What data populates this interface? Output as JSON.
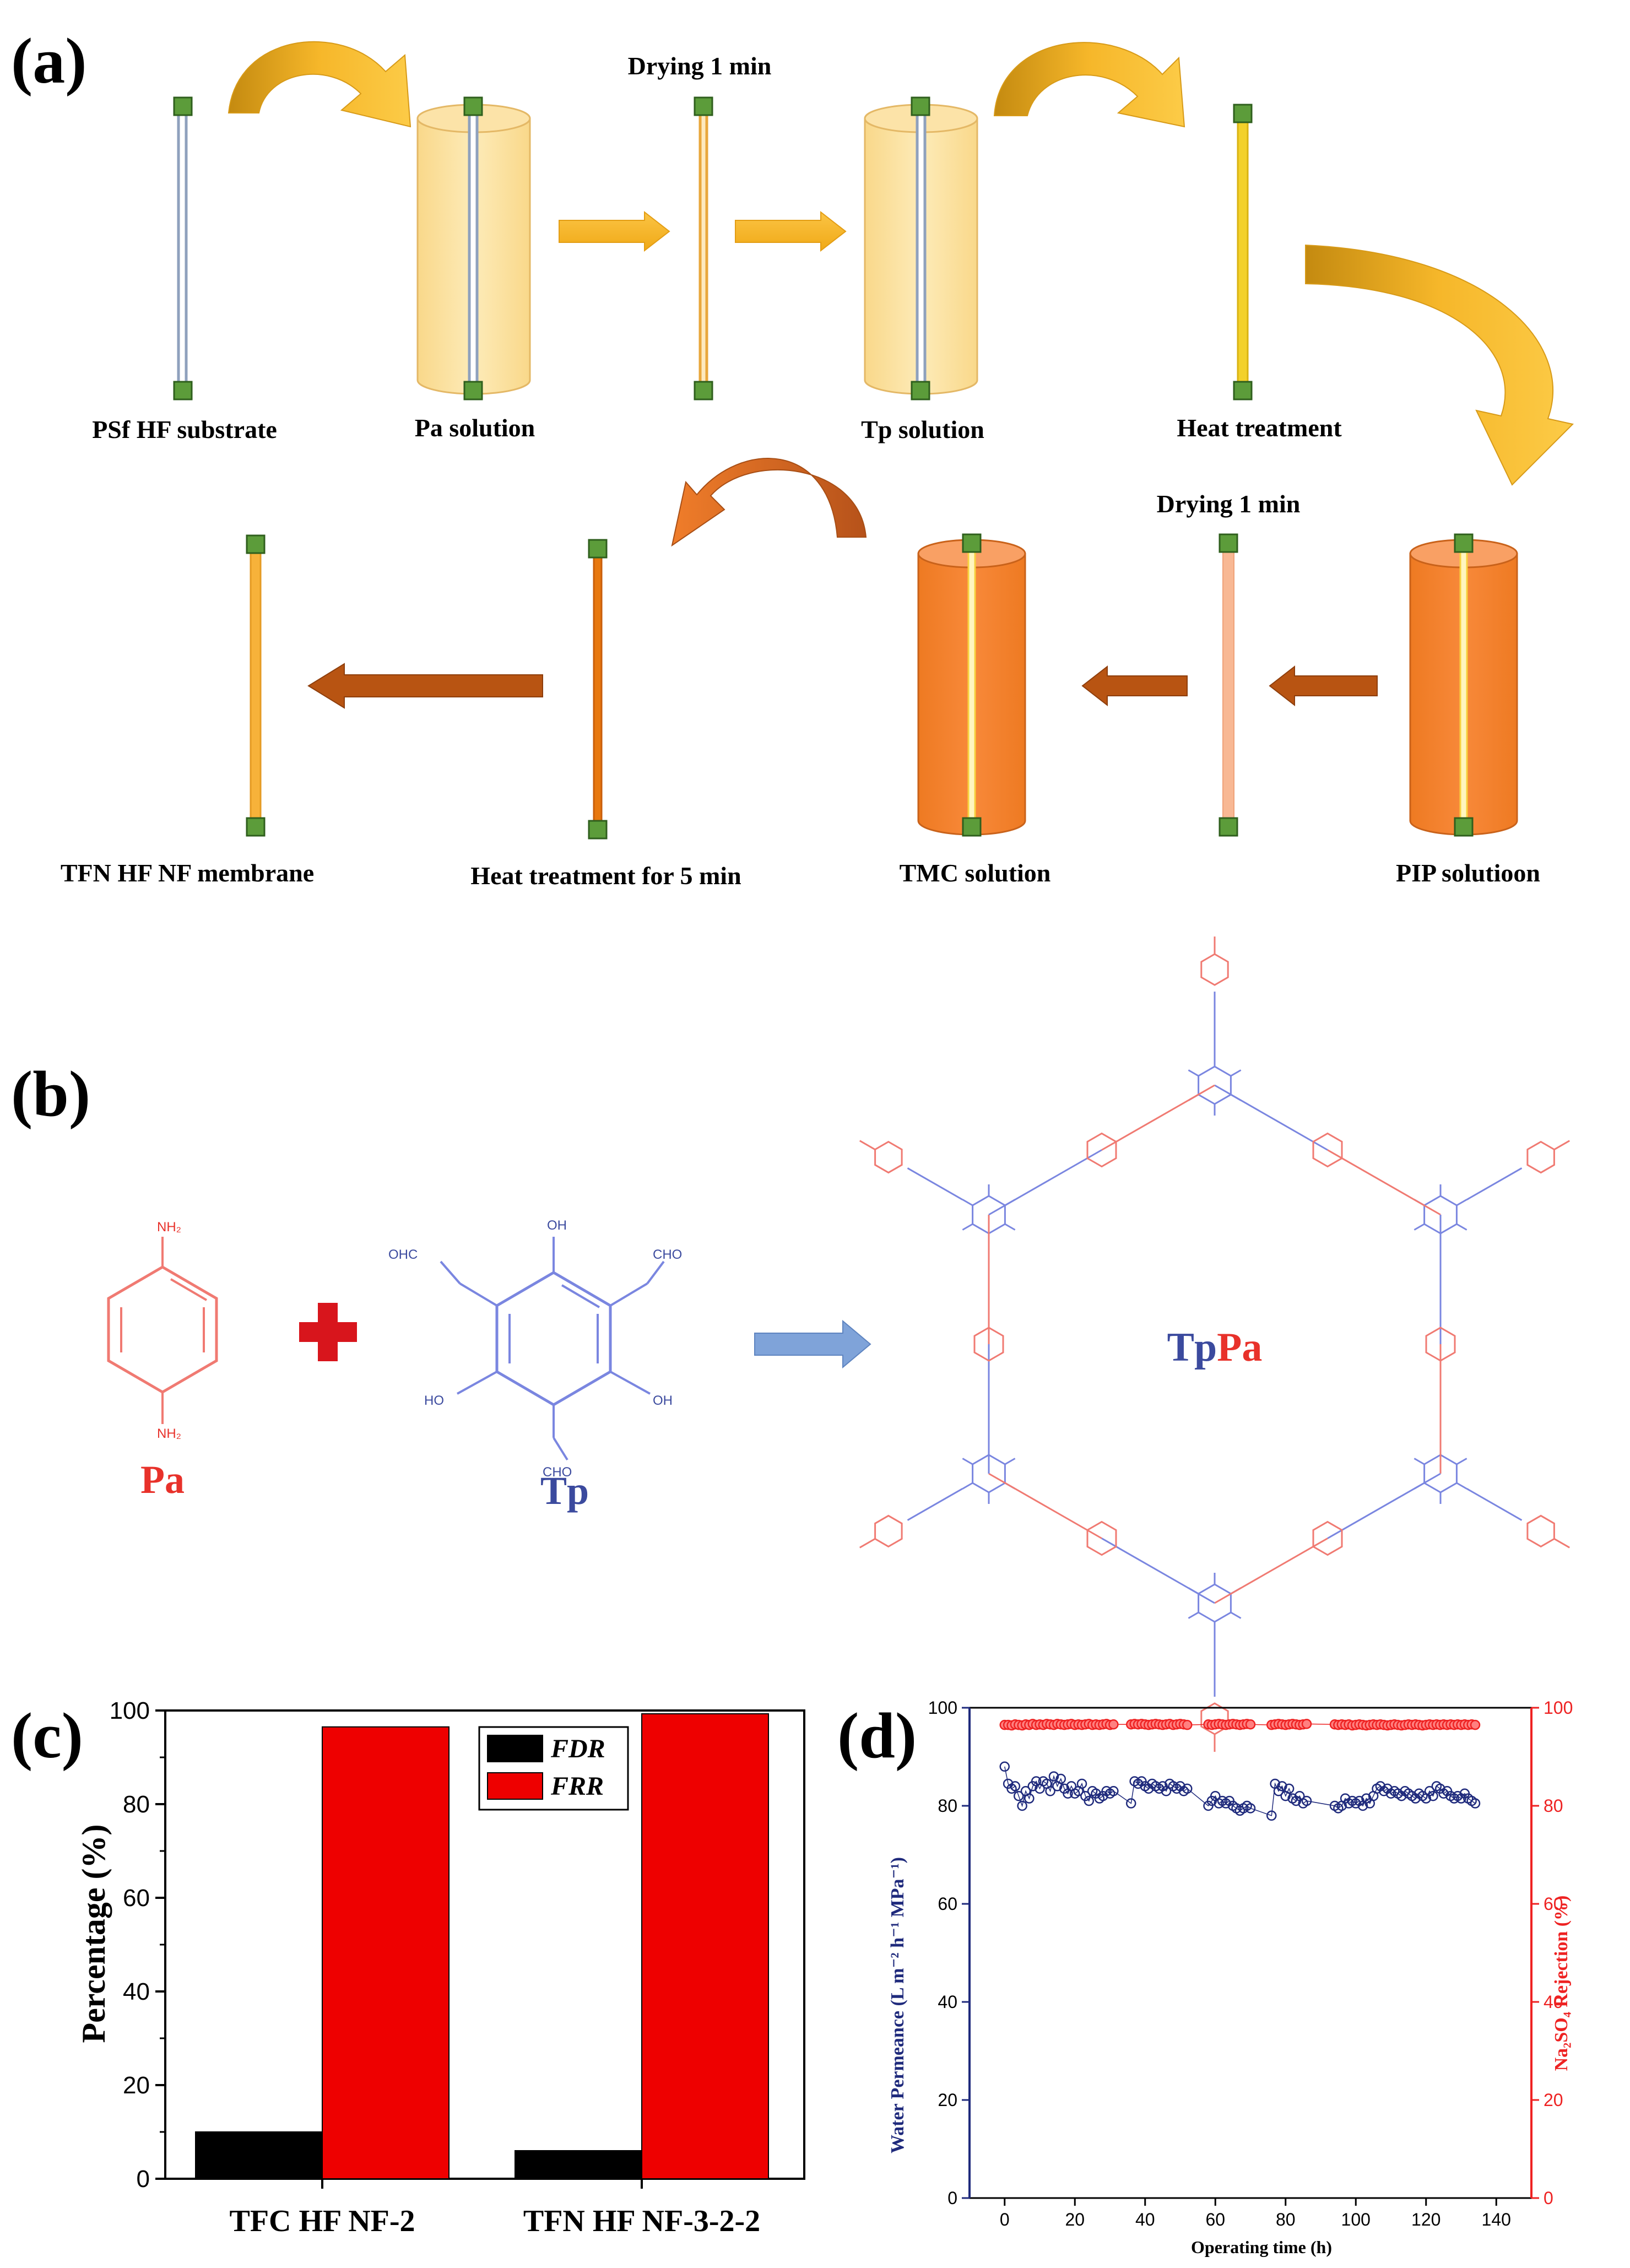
{
  "panel_a": {
    "label": "(a)",
    "steps_top": [
      "PSf HF substrate",
      "Pa solution",
      "Tp solution",
      "Heat treatment"
    ],
    "drying_top": "Drying 1 min",
    "steps_bottom": [
      "TFN HF NF membrane",
      "Heat treatment for 5 min",
      "TMC solution",
      "PIP solutioon"
    ],
    "drying_bottom": "Drying 1 min",
    "colors": {
      "arrow_gold": "#F5B41E",
      "light_tank": "#FDE6A3",
      "orange_tank": "#F5822A",
      "brown_arrow": "#B85412",
      "node": "#5C9C3A",
      "fiber_gray": "#A9B7CC",
      "fiber_yellow": "#F3D12A"
    }
  },
  "panel_b": {
    "label": "(b)",
    "pa_name": "Pa",
    "tp_name": "Tp",
    "pa_group": "NH₂",
    "tp_oh": "OH",
    "tp_ho": "HO",
    "tp_cho": "CHO",
    "tp_ohc": "OHC",
    "product_tp": "Tp",
    "product_pa": "Pa",
    "colors": {
      "pa": "#E8312A",
      "tp": "#3B4A9E",
      "pa_struct": "#F07A72",
      "tp_struct": "#7A86E0",
      "plus": "#D8151C",
      "arrow": "#7FA3D9"
    }
  },
  "panel_c": {
    "label": "(c)",
    "ylabel": "Percentage (%)"
  },
  "panel_d": {
    "label": "(d)",
    "ylabel_left": "Water Permeance (L m⁻² h⁻¹ MPa⁻¹)",
    "ylabel_right": "Na₂SO₄ Rejection (%)",
    "xlabel": "Operating time (h)"
  },
  "chart_data": [
    {
      "type": "bar",
      "categories": [
        "TFC HF NF-2",
        "TFN HF NF-3-2-2"
      ],
      "series": [
        {
          "name": "FDR",
          "values": [
            10,
            6
          ],
          "color": "#000000"
        },
        {
          "name": "FRR",
          "values": [
            96.5,
            99.3
          ],
          "color": "#EE0000"
        }
      ],
      "ylim": [
        0,
        100
      ],
      "yticks": [
        0,
        20,
        40,
        60,
        80,
        100
      ],
      "ylabel": "Percentage (%)",
      "legend": "top-center"
    },
    {
      "type": "scatter",
      "xlabel": "Operating time (h)",
      "xlim": [
        -10,
        150
      ],
      "xticks": [
        0,
        20,
        40,
        60,
        80,
        100,
        120,
        140
      ],
      "ylim": [
        0,
        100
      ],
      "yticks": [
        0,
        20,
        40,
        60,
        80,
        100
      ],
      "ylabel_left": "Water Permeance (L m⁻² h⁻¹ MPa⁻¹)",
      "ylabel_right": "Na₂SO₄ Rejection (%)",
      "series": [
        {
          "axis": "left",
          "color": "#1F2A7C",
          "x": [
            0,
            1,
            2,
            3,
            4,
            5,
            6,
            7,
            8,
            9,
            10,
            11,
            12,
            13,
            14,
            15,
            16,
            17,
            18,
            19,
            20,
            21,
            22,
            23,
            24,
            25,
            26,
            27,
            28,
            29,
            30,
            31,
            36,
            37,
            38,
            39,
            40,
            41,
            42,
            43,
            44,
            45,
            46,
            47,
            48,
            49,
            50,
            51,
            52,
            58,
            59,
            60,
            61,
            62,
            63,
            64,
            65,
            66,
            67,
            68,
            69,
            70,
            76,
            77,
            78,
            79,
            80,
            81,
            82,
            83,
            84,
            85,
            86,
            94,
            95,
            96,
            97,
            98,
            99,
            100,
            101,
            102,
            103,
            104,
            105,
            106,
            107,
            108,
            109,
            110,
            111,
            112,
            113,
            114,
            115,
            116,
            117,
            118,
            119,
            120,
            121,
            122,
            123,
            124,
            125,
            126,
            127,
            128,
            129,
            130,
            131,
            132,
            133,
            134
          ],
          "y": [
            88,
            84.5,
            83.5,
            84,
            82,
            80,
            83,
            81.5,
            84,
            85,
            83.5,
            85,
            84.5,
            83,
            86,
            84,
            85.5,
            83.5,
            82.5,
            84,
            82.5,
            83,
            84.5,
            82,
            81,
            83,
            82.5,
            81.5,
            82,
            83,
            82.5,
            83,
            80.5,
            85,
            84.5,
            85,
            84,
            83.5,
            84.5,
            84,
            83.5,
            84,
            83,
            84.5,
            84,
            83.5,
            84,
            83,
            83.5,
            80,
            81,
            82,
            80.5,
            81,
            80.5,
            81,
            80,
            79.5,
            79,
            79.5,
            80,
            79.5,
            78,
            84.5,
            83,
            84,
            82,
            83.5,
            81.5,
            81,
            82,
            80.5,
            81,
            80,
            79.5,
            80,
            81.5,
            80.5,
            81,
            80.5,
            81,
            80,
            81.5,
            80.5,
            82,
            83.5,
            84,
            83,
            83.5,
            82.5,
            83,
            82.5,
            82,
            83,
            82.5,
            82,
            81.5,
            82.5,
            82,
            81.5,
            83,
            82,
            84,
            83.5,
            82.5,
            83,
            82,
            81.5,
            82,
            81.5,
            82.5,
            81.5,
            81,
            80.5
          ]
        },
        {
          "axis": "right",
          "color": "#EE2222",
          "x": [
            0,
            1,
            2,
            3,
            4,
            5,
            6,
            7,
            8,
            9,
            10,
            11,
            12,
            13,
            14,
            15,
            16,
            17,
            18,
            19,
            20,
            21,
            22,
            23,
            24,
            25,
            26,
            27,
            28,
            29,
            30,
            31,
            36,
            37,
            38,
            39,
            40,
            41,
            42,
            43,
            44,
            45,
            46,
            47,
            48,
            49,
            50,
            51,
            52,
            58,
            59,
            60,
            61,
            62,
            63,
            64,
            65,
            66,
            67,
            68,
            69,
            70,
            76,
            77,
            78,
            79,
            80,
            81,
            82,
            83,
            84,
            85,
            86,
            94,
            95,
            96,
            97,
            98,
            99,
            100,
            101,
            102,
            103,
            104,
            105,
            106,
            107,
            108,
            109,
            110,
            111,
            112,
            113,
            114,
            115,
            116,
            117,
            118,
            119,
            120,
            121,
            122,
            123,
            124,
            125,
            126,
            127,
            128,
            129,
            130,
            131,
            132,
            133,
            134
          ],
          "y": [
            96.5,
            96.5,
            96.4,
            96.6,
            96.5,
            96.4,
            96.6,
            96.5,
            96.7,
            96.5,
            96.6,
            96.5,
            96.7,
            96.6,
            96.5,
            96.7,
            96.6,
            96.5,
            96.6,
            96.7,
            96.5,
            96.6,
            96.5,
            96.6,
            96.7,
            96.5,
            96.6,
            96.5,
            96.6,
            96.7,
            96.5,
            96.6,
            96.6,
            96.7,
            96.6,
            96.7,
            96.6,
            96.5,
            96.6,
            96.7,
            96.6,
            96.5,
            96.6,
            96.7,
            96.5,
            96.6,
            96.7,
            96.6,
            96.5,
            96.6,
            96.5,
            96.6,
            96.7,
            96.6,
            96.5,
            96.6,
            96.7,
            96.6,
            96.5,
            96.6,
            96.7,
            96.6,
            96.5,
            96.6,
            96.7,
            96.6,
            96.5,
            96.6,
            96.7,
            96.6,
            96.5,
            96.6,
            96.7,
            96.6,
            96.5,
            96.6,
            96.5,
            96.6,
            96.4,
            96.5,
            96.6,
            96.5,
            96.4,
            96.5,
            96.6,
            96.5,
            96.6,
            96.5,
            96.4,
            96.5,
            96.6,
            96.5,
            96.4,
            96.5,
            96.6,
            96.5,
            96.6,
            96.5,
            96.4,
            96.5,
            96.6,
            96.5,
            96.6,
            96.5,
            96.6,
            96.5,
            96.6,
            96.5,
            96.6,
            96.5,
            96.6,
            96.5,
            96.6,
            96.5
          ]
        }
      ]
    }
  ]
}
